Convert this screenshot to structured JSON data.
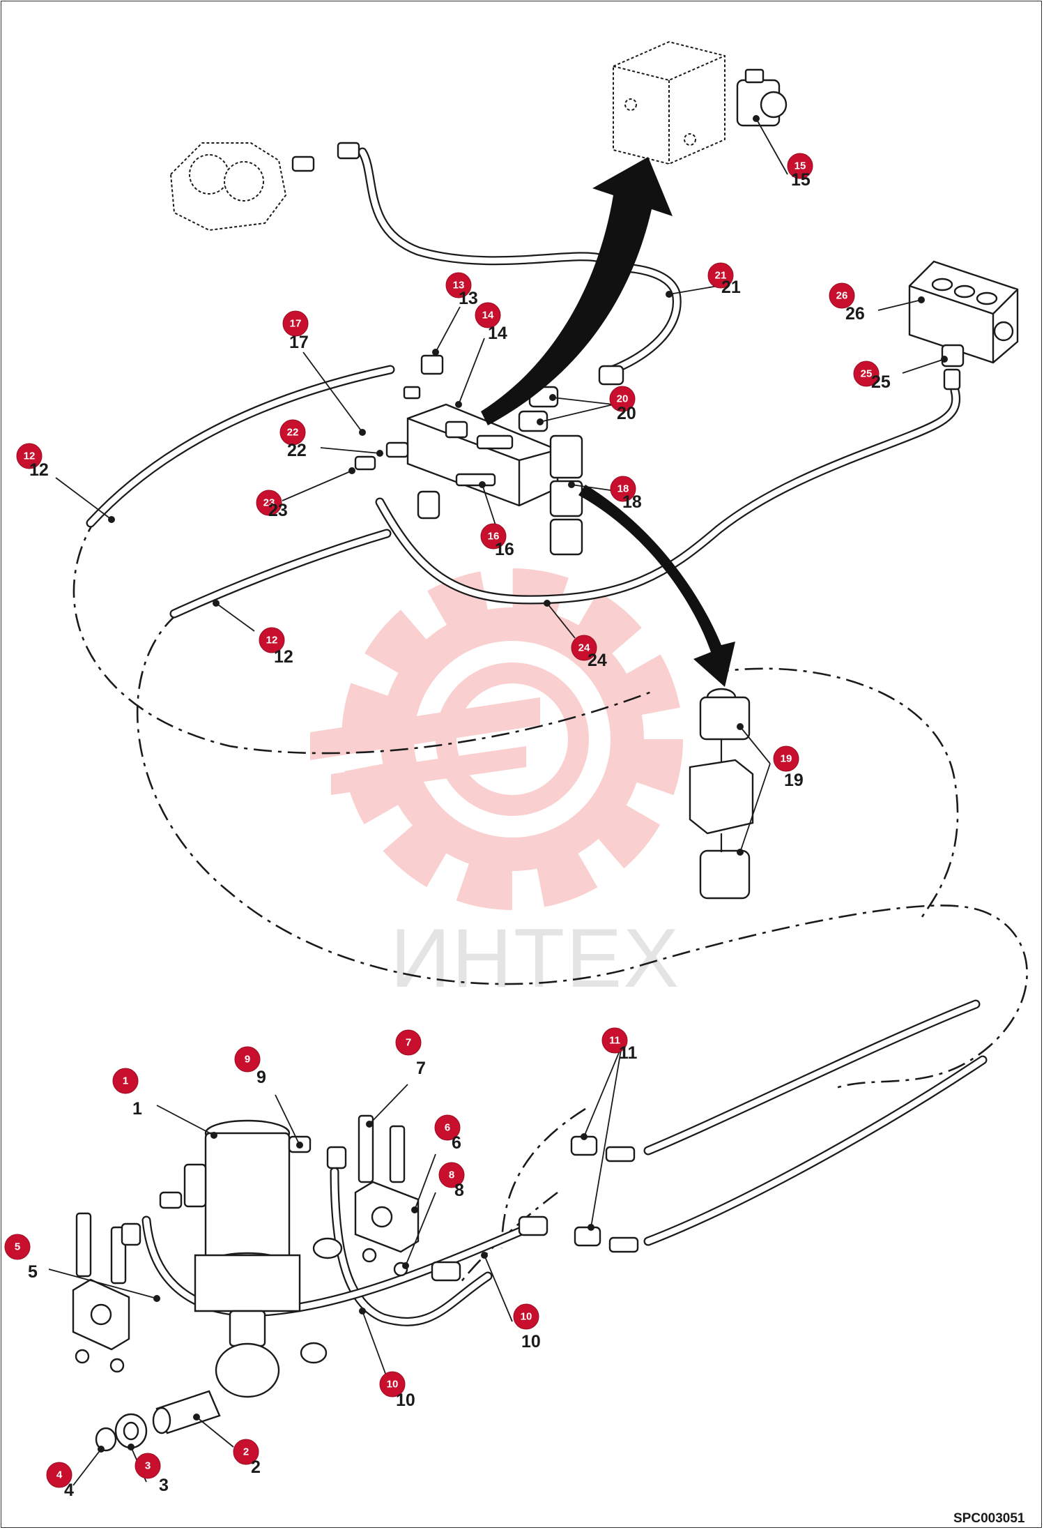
{
  "drawing": {
    "code": "SPC003051",
    "watermark_text": "ИНТЕХ",
    "watermark_color": "#f7a9a9",
    "badge_color": "#c8102e"
  },
  "callouts": [
    {
      "id": "1",
      "label": "1"
    },
    {
      "id": "2",
      "label": "2"
    },
    {
      "id": "3",
      "label": "3"
    },
    {
      "id": "4",
      "label": "4"
    },
    {
      "id": "5",
      "label": "5"
    },
    {
      "id": "6",
      "label": "6"
    },
    {
      "id": "7",
      "label": "7"
    },
    {
      "id": "8",
      "label": "8"
    },
    {
      "id": "9",
      "label": "9"
    },
    {
      "id": "10a",
      "label": "10"
    },
    {
      "id": "10b",
      "label": "10"
    },
    {
      "id": "11",
      "label": "11"
    },
    {
      "id": "12a",
      "label": "12"
    },
    {
      "id": "12b",
      "label": "12"
    },
    {
      "id": "13",
      "label": "13"
    },
    {
      "id": "14",
      "label": "14"
    },
    {
      "id": "15",
      "label": "15"
    },
    {
      "id": "16",
      "label": "16"
    },
    {
      "id": "17",
      "label": "17"
    },
    {
      "id": "18",
      "label": "18"
    },
    {
      "id": "19",
      "label": "19"
    },
    {
      "id": "20",
      "label": "20"
    },
    {
      "id": "21",
      "label": "21"
    },
    {
      "id": "22",
      "label": "22"
    },
    {
      "id": "23",
      "label": "23"
    },
    {
      "id": "24",
      "label": "24"
    },
    {
      "id": "25",
      "label": "25"
    },
    {
      "id": "26",
      "label": "26"
    }
  ]
}
